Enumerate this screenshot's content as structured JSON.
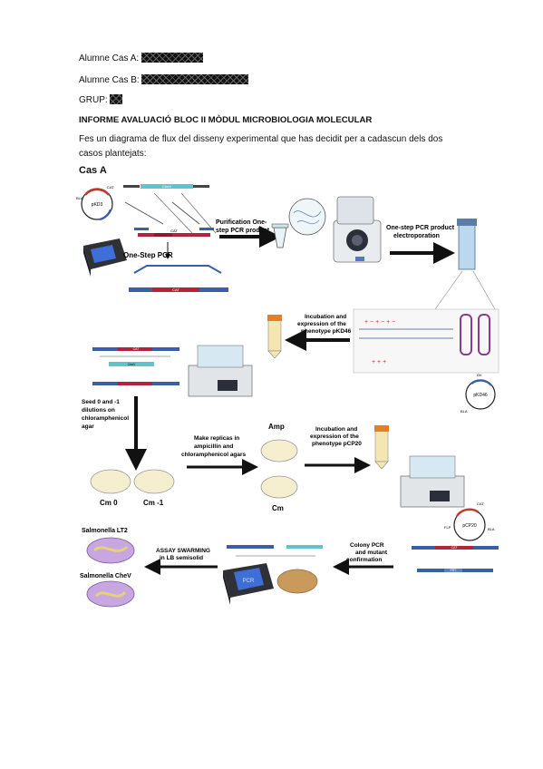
{
  "header": {
    "student_a_label": "Alumne Cas A:",
    "student_b_label": "Alumne Cas B:",
    "group_label": "GRUP:"
  },
  "report_title": "INFORME AVALUACIÓ BLOC II MÒDUL MICROBIOLOGIA MOLECULAR",
  "instructions": "Fes un diagrama de flux del disseny experimental que has decidit per a cadascun dels dos casos plantejats:",
  "case_title": "Cas A",
  "diagram": {
    "step_one_step_pcr": "One-Step PCR",
    "step_purification": [
      "Purification One-",
      "step PCR product"
    ],
    "step_electroporation": [
      "One-step PCR product",
      "electroporation"
    ],
    "step_incubation_pkd46": [
      "Incubation and",
      "expression of the",
      "phenotype pKD46"
    ],
    "step_seed": [
      "Seed 0 and -1",
      "dilutions on",
      "chloramphenicol",
      "agar"
    ],
    "step_replicas": [
      "Make replicas in",
      "ampicillin and",
      "chloramphenicol agars"
    ],
    "step_incubation_pcp20": [
      "Incubation and",
      "expression of the",
      "phenotype pCP20"
    ],
    "step_colony_pcr": [
      "Colony PCR",
      "and mutant",
      "confirmation"
    ],
    "step_swarming": [
      "ASSAY SWARMING",
      "in LB semisolid"
    ],
    "plate_cm0": "Cm 0",
    "plate_cm1": "Cm -1",
    "plate_amp": "Amp",
    "plate_cm": "Cm",
    "strain_lt2": "Salmonella LT2",
    "strain_chev": "Salmonella CheV",
    "plasmid_pkd3": "pKD3",
    "plasmid_pkd46": "pKD46",
    "plasmid_pcp20": "pCP20",
    "pcr_screen_label": "PCR",
    "gene_cat": "CAT",
    "gene_frt": "FRT",
    "gene_chev": "CheV",
    "gene_bla": "BLA",
    "gene_flp": "FLP",
    "gene_ori": "Ori"
  }
}
